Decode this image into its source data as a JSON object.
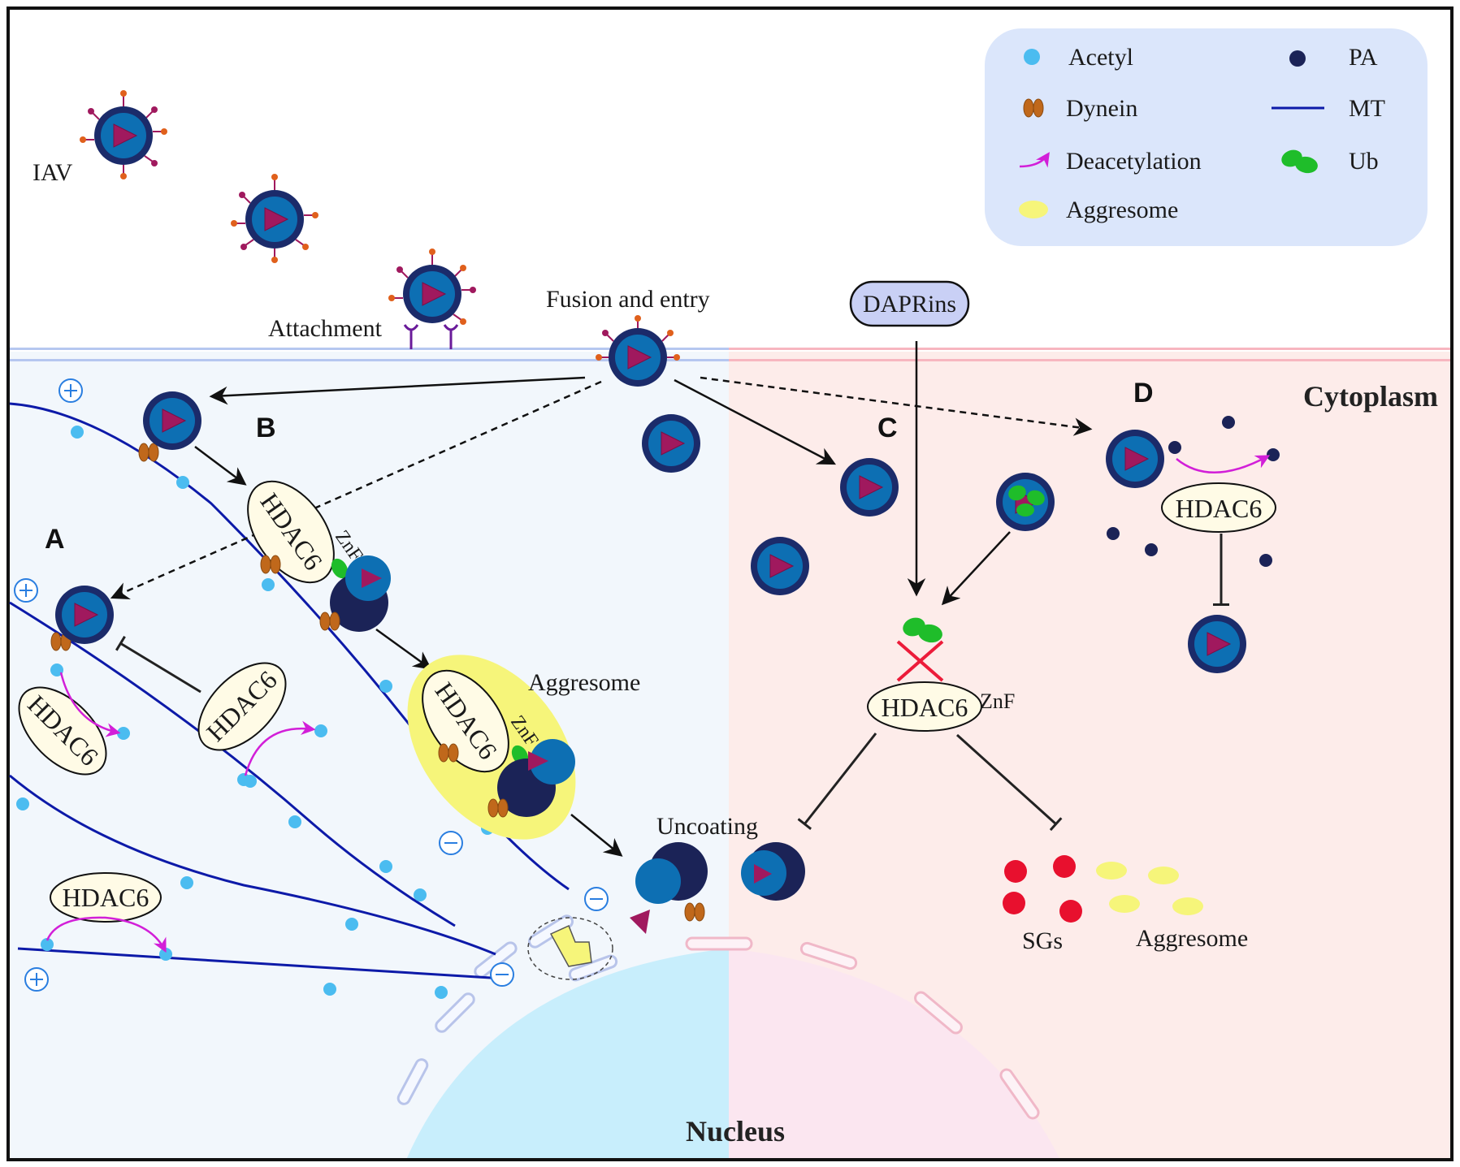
{
  "legend": {
    "acetyl": "Acetyl",
    "dynein": "Dynein",
    "deacetylation": "Deacetylation",
    "aggresome": "Aggresome",
    "pa": "PA",
    "mt": "MT",
    "ub": "Ub"
  },
  "labels": {
    "iav": "IAV",
    "attachment": "Attachment",
    "fusion": "Fusion and entry",
    "daprins": "DAPRins",
    "cytoplasm": "Cytoplasm",
    "nucleus": "Nucleus",
    "aggresome_b": "Aggresome",
    "uncoating": "Uncoating",
    "sgs": "SGs",
    "aggresome_c": "Aggresome",
    "hdac6": "HDAC6",
    "znf": "ZnF",
    "panel_a": "A",
    "panel_b": "B",
    "panel_c": "C",
    "panel_d": "D"
  },
  "colors": {
    "left_bg": "#f2f7fc",
    "right_bg": "#fdecea",
    "nucleus": "#c8eefc",
    "virus_outer": "#1b2b6a",
    "virus_inner": "#0d6fb3",
    "virus_core": "#a0195e",
    "acetyl": "#4bbcf0",
    "dynein": "#c0681b",
    "deacetylation": "#d21fd8",
    "aggresome": "#f6f57a",
    "pa": "#1b2357",
    "mt": "#0d1aa8",
    "ub": "#1fbd2a",
    "sg": "#e8102e",
    "legend_bg": "#dbe6fb"
  }
}
